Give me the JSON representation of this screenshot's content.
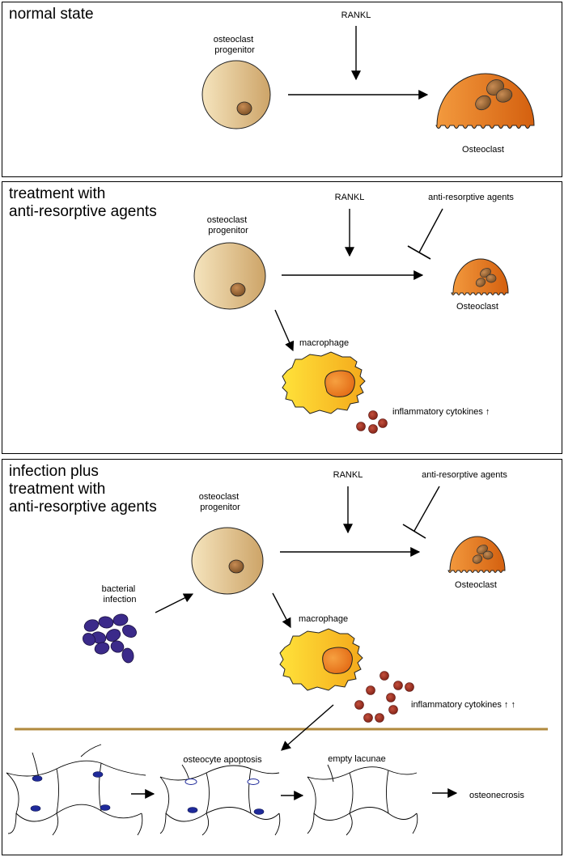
{
  "panels": [
    {
      "title": "normal state",
      "labels": {
        "progenitor": "osteoclast\nprogenitor",
        "rankl": "RANKL",
        "osteoclast": "Osteoclast"
      }
    },
    {
      "title": "treatment with\nanti-resorptive agents",
      "labels": {
        "progenitor": "osteoclast\nprogenitor",
        "rankl": "RANKL",
        "antiresorptive": "anti-resorptive agents",
        "osteoclast": "Osteoclast",
        "macrophage": "macrophage",
        "cytokines": "inflammatory cytokines ↑"
      }
    },
    {
      "title": "infection plus\ntreatment with\nanti-resorptive agents",
      "labels": {
        "progenitor": "osteoclast\nprogenitor",
        "rankl": "RANKL",
        "antiresorptive": "anti-resorptive agents",
        "osteoclast": "Osteoclast",
        "bacteria": "bacterial\ninfection",
        "macrophage": "macrophage",
        "cytokines": "inflammatory cytokines ↑ ↑",
        "apoptosis": "osteocyte apoptosis",
        "lacunae": "empty lacunae",
        "osteonecrosis": "osteonecrosis"
      }
    }
  ],
  "colors": {
    "progenitor_light": "#f3e0b4",
    "progenitor_dark": "#c9a05c",
    "osteoclast": "#e8761e",
    "macrophage": "#ffd21a",
    "cytokine": "#9b2a1e",
    "bacteria": "#3b2a8a",
    "bone_line": "#b08a3e"
  }
}
